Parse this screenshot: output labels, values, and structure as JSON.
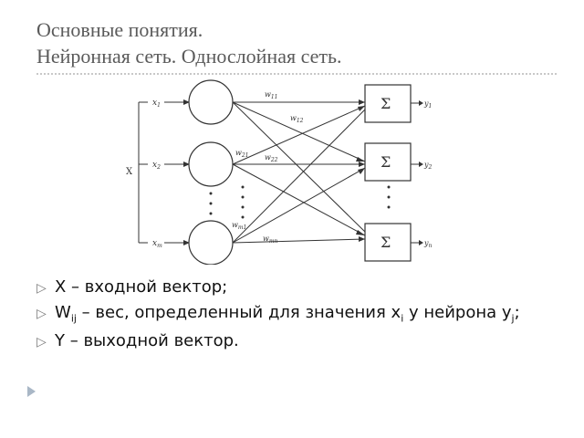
{
  "slide": {
    "title_line1": "Основные понятия.",
    "title_line2": "Нейронная сеть. Однослойная сеть."
  },
  "diagram": {
    "input_vector_label": "X",
    "inputs": [
      "x1",
      "x2",
      "xm"
    ],
    "outputs": [
      "y1",
      "y2",
      "yn"
    ],
    "summation_symbol": "Σ",
    "weights": [
      "w11",
      "w12",
      "w21",
      "w22",
      "wm1",
      "wmn"
    ]
  },
  "bullets": [
    {
      "parts": [
        {
          "t": "X – входной вектор;"
        }
      ]
    },
    {
      "parts": [
        {
          "t": "W"
        },
        {
          "t": "ij",
          "sub": true
        },
        {
          "t": " – вес, определенный для значения x"
        },
        {
          "t": "i",
          "sub": true
        },
        {
          "t": " у нейрона y"
        },
        {
          "t": "j",
          "sub": true
        },
        {
          "t": ";"
        }
      ]
    },
    {
      "parts": [
        {
          "t": "Y – выходной вектор."
        }
      ]
    }
  ],
  "bullet_marker": "▷"
}
